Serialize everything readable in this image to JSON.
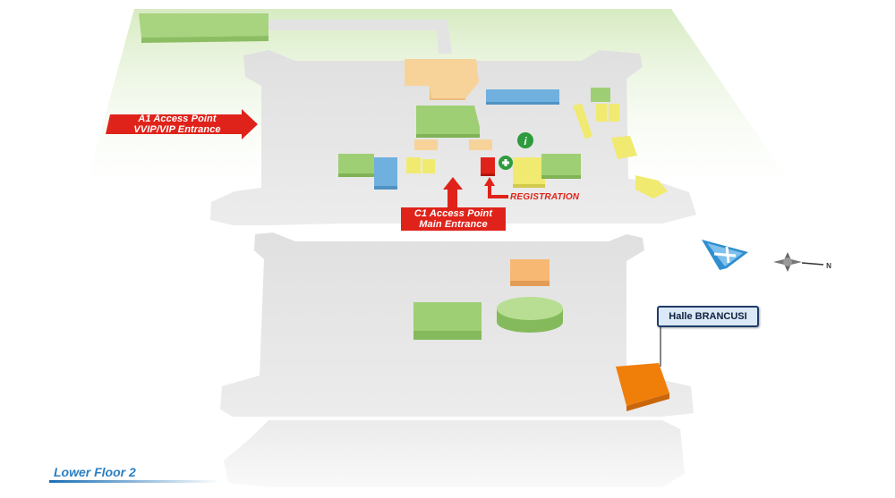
{
  "callouts": {
    "a1": {
      "line1": "A1 Access Point",
      "line2": "VVIP/VIP Entrance"
    },
    "c1": {
      "line1": "C1 Access Point",
      "line2": "Main Entrance"
    },
    "registration": "REGISTRATION"
  },
  "hall": {
    "label": "Halle BRANCUSI"
  },
  "floor": {
    "label": "Lower Floor 2"
  },
  "icons": [
    "info-icon",
    "first-aid-icon",
    "airport-icon",
    "compass-icon"
  ],
  "compass": {
    "north_letter": "N"
  },
  "colors": {
    "green_zone": "#9fcf74",
    "blue_zone": "#6fb0df",
    "yellow_zone": "#f1ea70",
    "peach_zone": "#f7d39a",
    "orange_hall": "#f07f0a",
    "registration_red": "#e0231a",
    "floor_gray": "#e3e3e3",
    "lawn_green": "#e2f0d2"
  }
}
